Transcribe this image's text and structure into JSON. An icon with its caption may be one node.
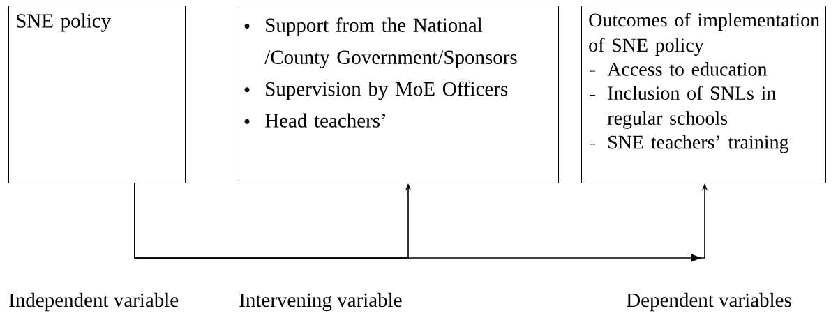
{
  "diagram": {
    "nodes": [
      {
        "text": [
          "SNE policy"
        ]
      },
      {
        "text": [
          "Support from the National /County Government/Sponsors",
          "Supervision by MoE Officers",
          "Head teachers’"
        ]
      },
      {
        "text": [
          "Outcomes of implementation of SNE policy",
          "Access to education",
          "Inclusion of SNLs in regular schools",
          "SNE teachers’ training"
        ]
      }
    ],
    "edges": [
      {
        "from": 0,
        "to": 1,
        "arrow": "to"
      },
      {
        "from": 0,
        "to": 2,
        "arrow": "to"
      }
    ],
    "labels": [
      "Independent variable",
      "Intervening variable",
      "Dependent variables"
    ]
  }
}
